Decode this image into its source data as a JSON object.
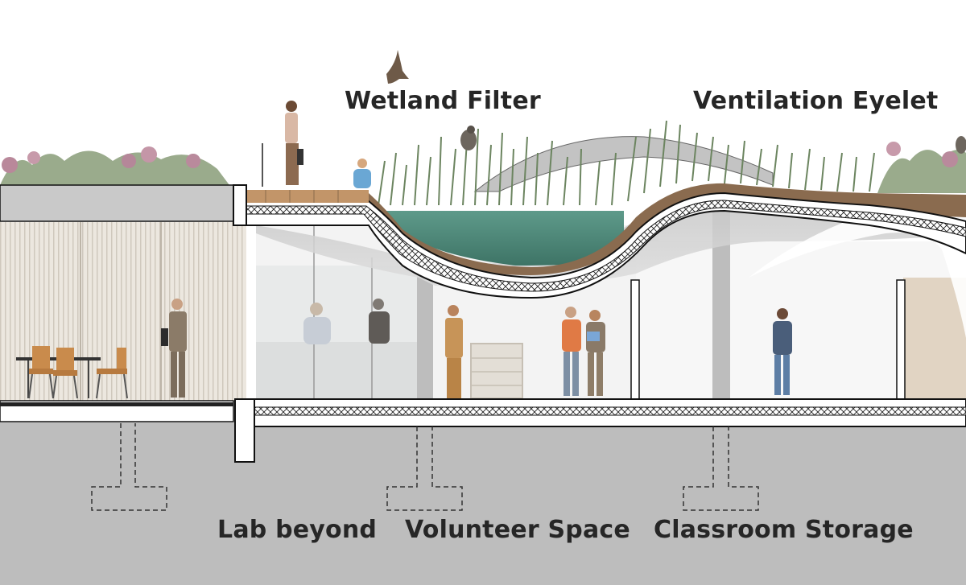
{
  "labels": {
    "wetland_filter": "Wetland Filter",
    "ventilation_eyelet": "Ventilation Eyelet",
    "lab_beyond": "Lab beyond",
    "volunteer_space": "Volunteer Space",
    "classroom_storage": "Classroom Storage"
  },
  "colors": {
    "ground": "#bdbdbd",
    "concrete": "#cfcfcf",
    "wall_panel": "#e9e4dc",
    "planting_green": "#7d9170",
    "water": "#4f8a7c",
    "soil": "#8a6b4f",
    "deck_wood": "#b98a5e",
    "outline": "#111111"
  }
}
